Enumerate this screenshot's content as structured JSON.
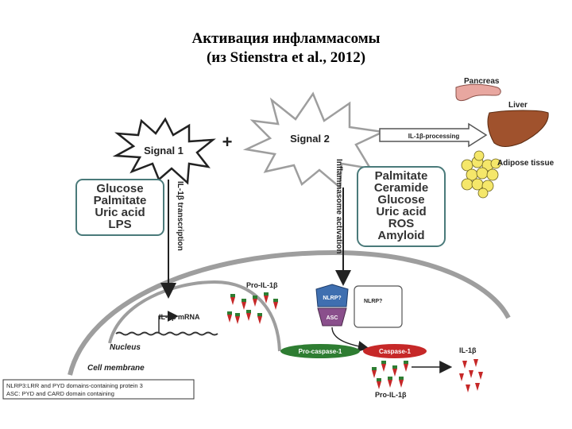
{
  "title": {
    "line1": "Активация   инфламмасомы",
    "line2": "(из Stienstra et al., 2012)"
  },
  "signals": {
    "signal1": "Signal 1",
    "plus": "+",
    "signal2": "Signal 2"
  },
  "arrows": {
    "il1b_processing": "IL-1β-processing",
    "il1b_transcription": "IL-1β transcription",
    "inflammasome_activation": "Inflammasome activation"
  },
  "organs": {
    "pancreas": "Pancreas",
    "liver": "Liver",
    "adipose": "Adipose tissue"
  },
  "box_left": [
    "Glucose",
    "Palmitate",
    "Uric acid",
    "LPS"
  ],
  "box_right": [
    "Palmitate",
    "Ceramide",
    "Glucose",
    "Uric acid",
    "ROS",
    "Amyloid"
  ],
  "cell": {
    "pro_il1b_top": "Pro-IL-1β",
    "nlrp_top": "NLRP?",
    "asc": "ASC",
    "nlrp_box": "NLRP?",
    "mrna": "IL-1β mRNA",
    "nucleus": "Nucleus",
    "membrane": "Cell membrane",
    "procaspase": "Pro-caspase-1",
    "caspase": "Caspase-1",
    "pro_il1b_bottom": "Pro-IL-1β",
    "il1b_out": "IL-1β"
  },
  "legend": {
    "line1": "NLRP3:LRR and PYD domains-containing protein 3",
    "line2": "ASC: PYD and CARD domain containing"
  },
  "colors": {
    "caspase_red": "#c62828",
    "procaspase_green": "#2e7d32",
    "nlrp_blue": "#3f6fb0",
    "asc_purple": "#8a4f8c",
    "pancreas_pink": "#e8a7a0",
    "liver_brown": "#a0522d",
    "adipose_yellow": "#f5e76a",
    "box_border": "#4a7a7a"
  }
}
